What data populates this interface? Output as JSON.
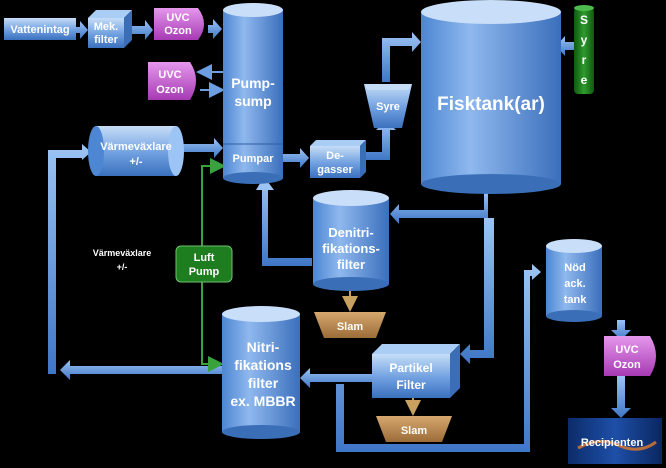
{
  "nodes": {
    "vattenintag": "Vattenintag",
    "mek_filter": [
      "Mek.",
      "filter"
    ],
    "uvc_ozon_1": [
      "UVC",
      "Ozon"
    ],
    "uvc_ozon_2": [
      "UVC",
      "Ozon"
    ],
    "uvc_ozon_3": [
      "UVC",
      "Ozon"
    ],
    "pumpsump": [
      "Pump-",
      "sump"
    ],
    "pumpar": "Pumpar",
    "degasser": [
      "De-",
      "gasser"
    ],
    "syre_cone": "Syre",
    "fisktank": "Fisktank(ar)",
    "syre_tube": [
      "S",
      "y",
      "r",
      "e"
    ],
    "varmevaxlare_box": [
      "Värmeväxlare",
      "+/-"
    ],
    "varmevaxlare_label": [
      "Värmeväxlare",
      "+/-"
    ],
    "denitri": [
      "Denitri-",
      "fikations-",
      "filter"
    ],
    "slam_1": "Slam",
    "slam_2": "Slam",
    "luft_pump": [
      "Luft",
      "Pump"
    ],
    "nitri": [
      "Nitri-",
      "fikations",
      "filter",
      "ex. MBBR"
    ],
    "partikel": [
      "Partikel",
      "Filter"
    ],
    "nod_tank": [
      "Nöd",
      "ack.",
      "tank"
    ],
    "recipienten": "Recipienten"
  },
  "colors": {
    "background": "#000000",
    "box_top": "#a9cdf4",
    "box_bottom": "#3f78c4",
    "uvc_fill": "#c74fd3",
    "green_fill": "#1e7d1e",
    "slam_fill": "#b98a56",
    "pipe": "#6d9fe0",
    "air_line": "#3aa23a",
    "sludge_arrow": "#c8a060"
  }
}
